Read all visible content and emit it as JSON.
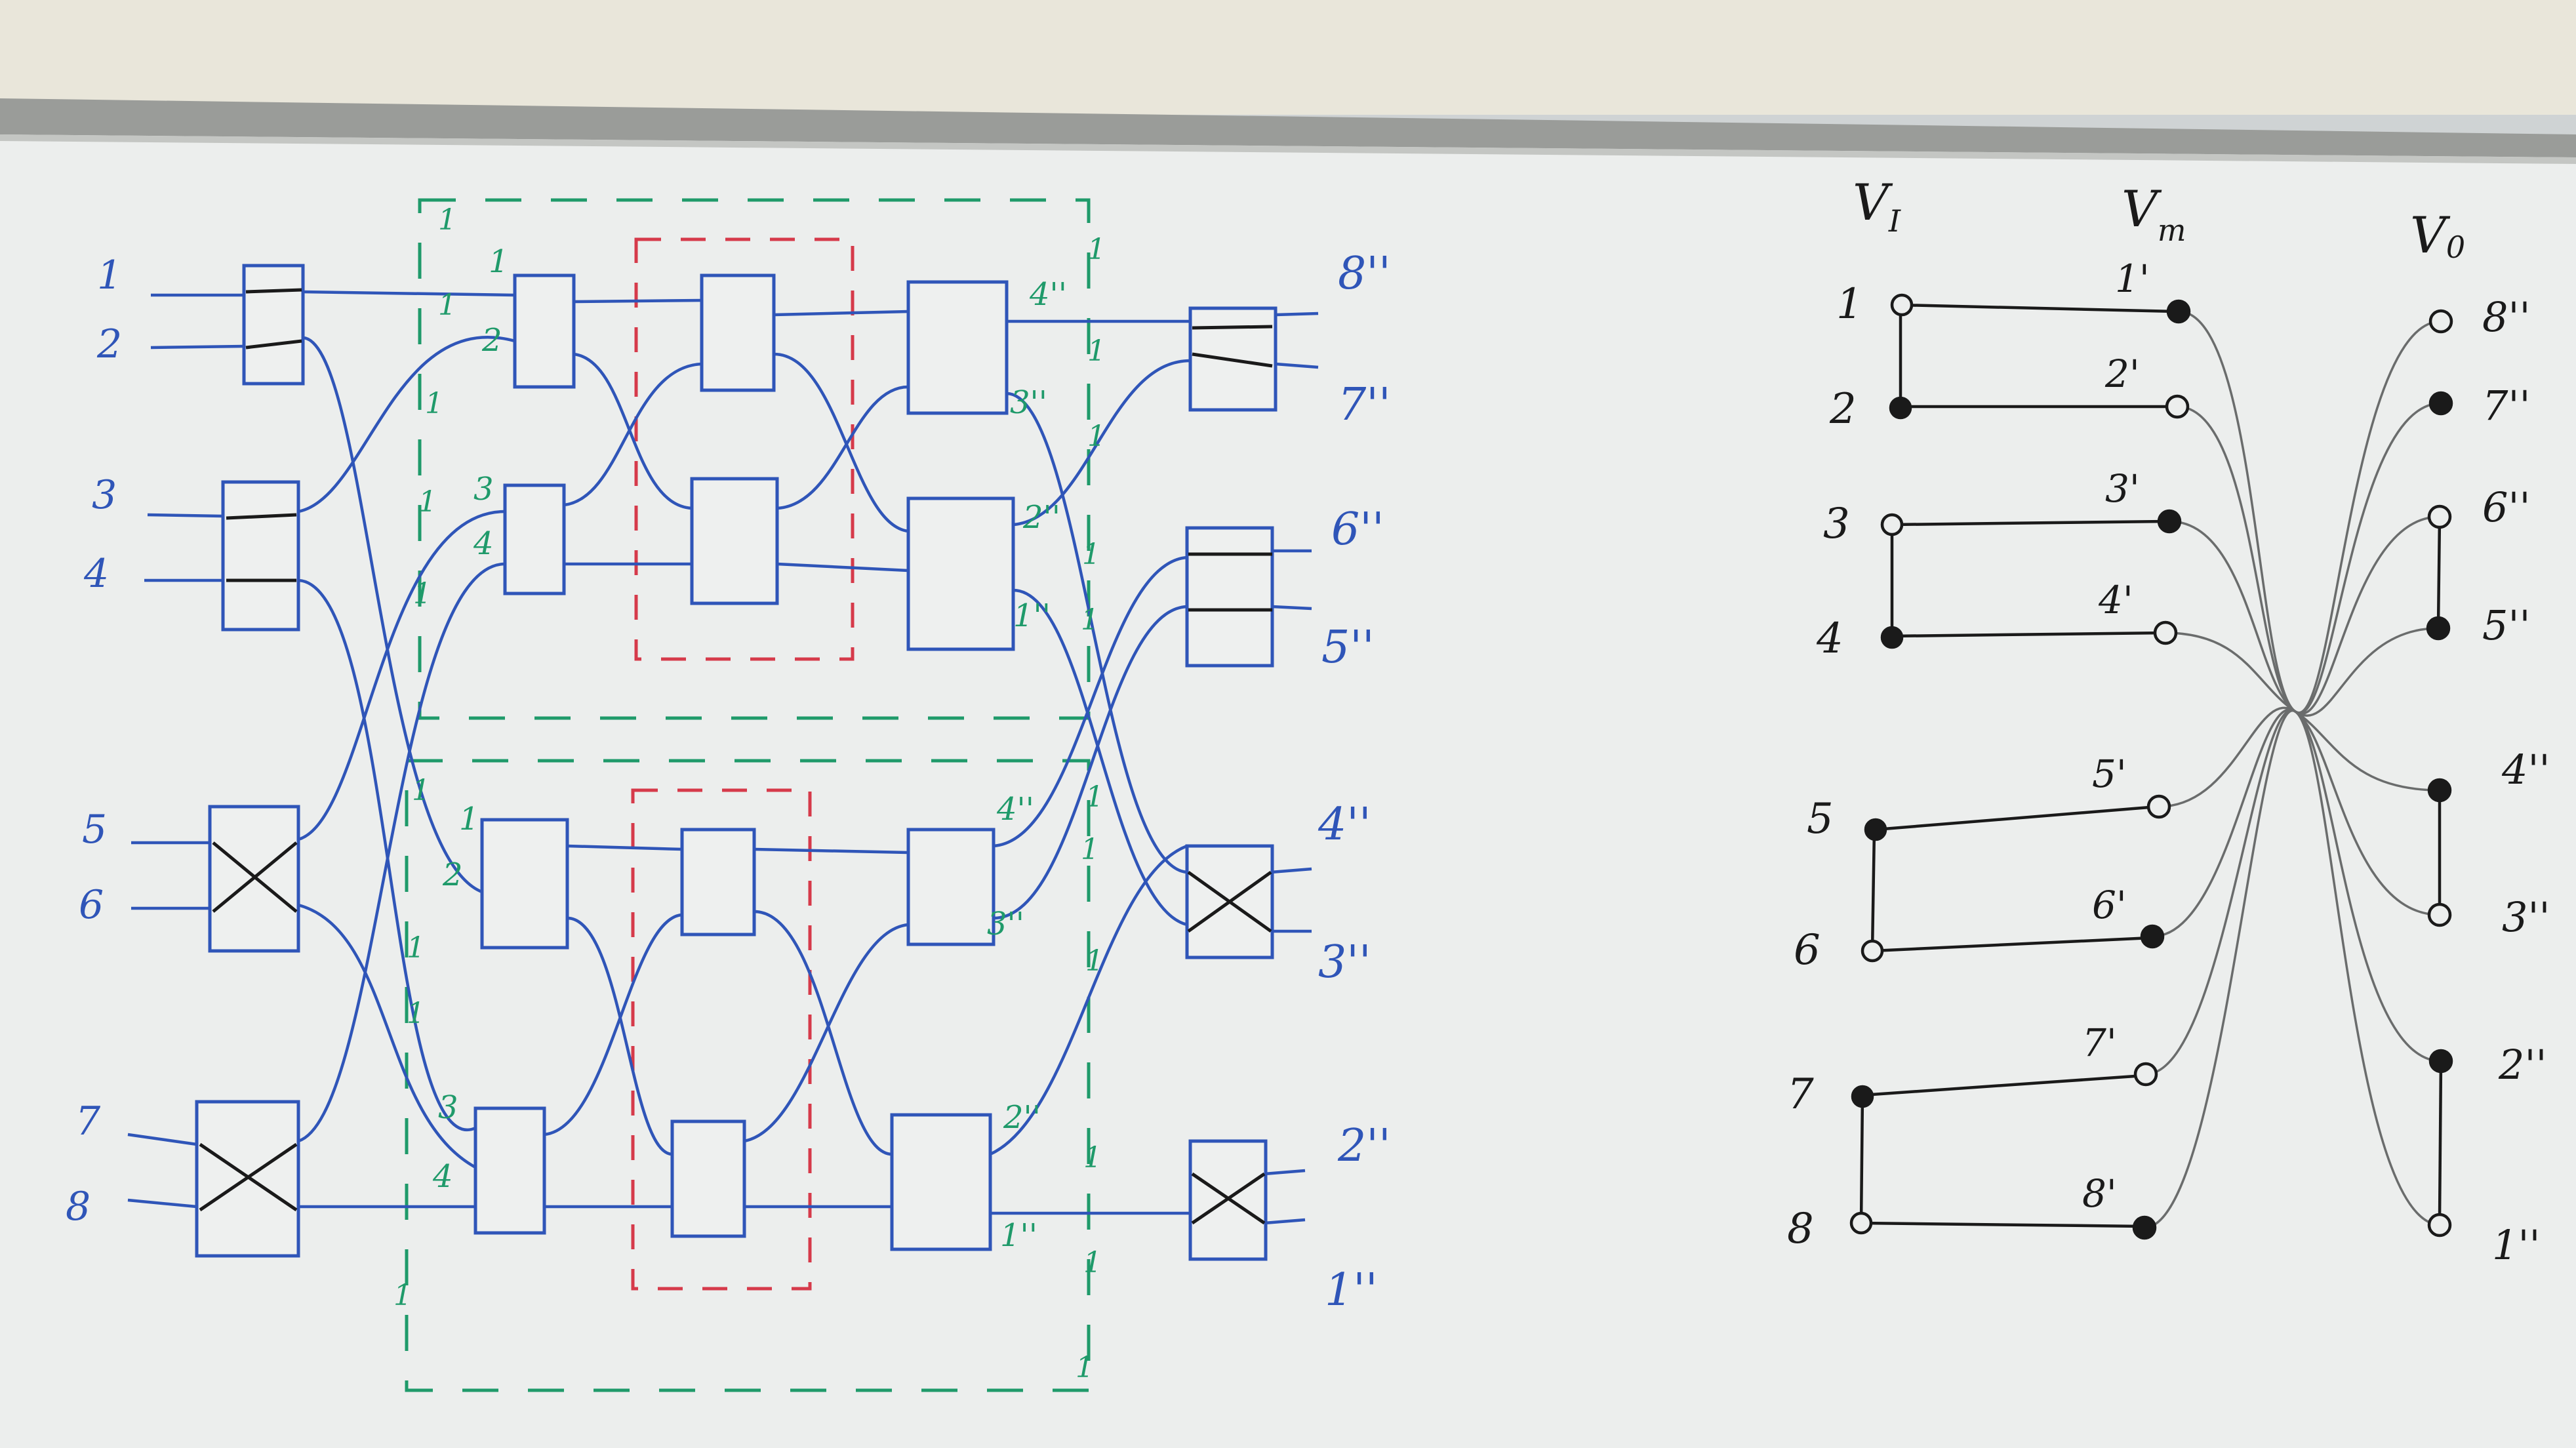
{
  "colors": {
    "wall": "#e9e6da",
    "board": "#eceeed",
    "tray": "#9a9c99",
    "blue": "#2f55b8",
    "green": "#1f9a6a",
    "red": "#d63a4a",
    "black": "#1a1a1a"
  },
  "left_diagram": {
    "inputs": [
      "1",
      "2",
      "3",
      "4",
      "5",
      "6",
      "7",
      "8"
    ],
    "outputs": [
      "8''",
      "7''",
      "6''",
      "5''",
      "4''",
      "3''",
      "2''",
      "1''"
    ],
    "stage1_in_top": [
      "1",
      "2",
      "3",
      "4"
    ],
    "stage1_in_bottom": [
      "1",
      "2",
      "3",
      "4"
    ],
    "stage3_out_top": [
      "4''",
      "3''",
      "2''",
      "1''"
    ],
    "stage3_out_bottom": [
      "4''",
      "3''",
      "2''",
      "1''"
    ],
    "green_ticks": "1"
  },
  "right_diagram": {
    "header_input": "V",
    "header_input_sub": "I",
    "header_middle": "V",
    "header_middle_sub": "m",
    "header_output": "V",
    "header_output_sub": "0",
    "input_labels": [
      "1",
      "2",
      "3",
      "4",
      "5",
      "6",
      "7",
      "8"
    ],
    "middle_labels": [
      "1'",
      "2'",
      "3'",
      "4'",
      "5'",
      "6'",
      "7'",
      "8'"
    ],
    "output_labels": [
      "8''",
      "7''",
      "6''",
      "5''",
      "4''",
      "3''",
      "2''",
      "1''"
    ]
  }
}
